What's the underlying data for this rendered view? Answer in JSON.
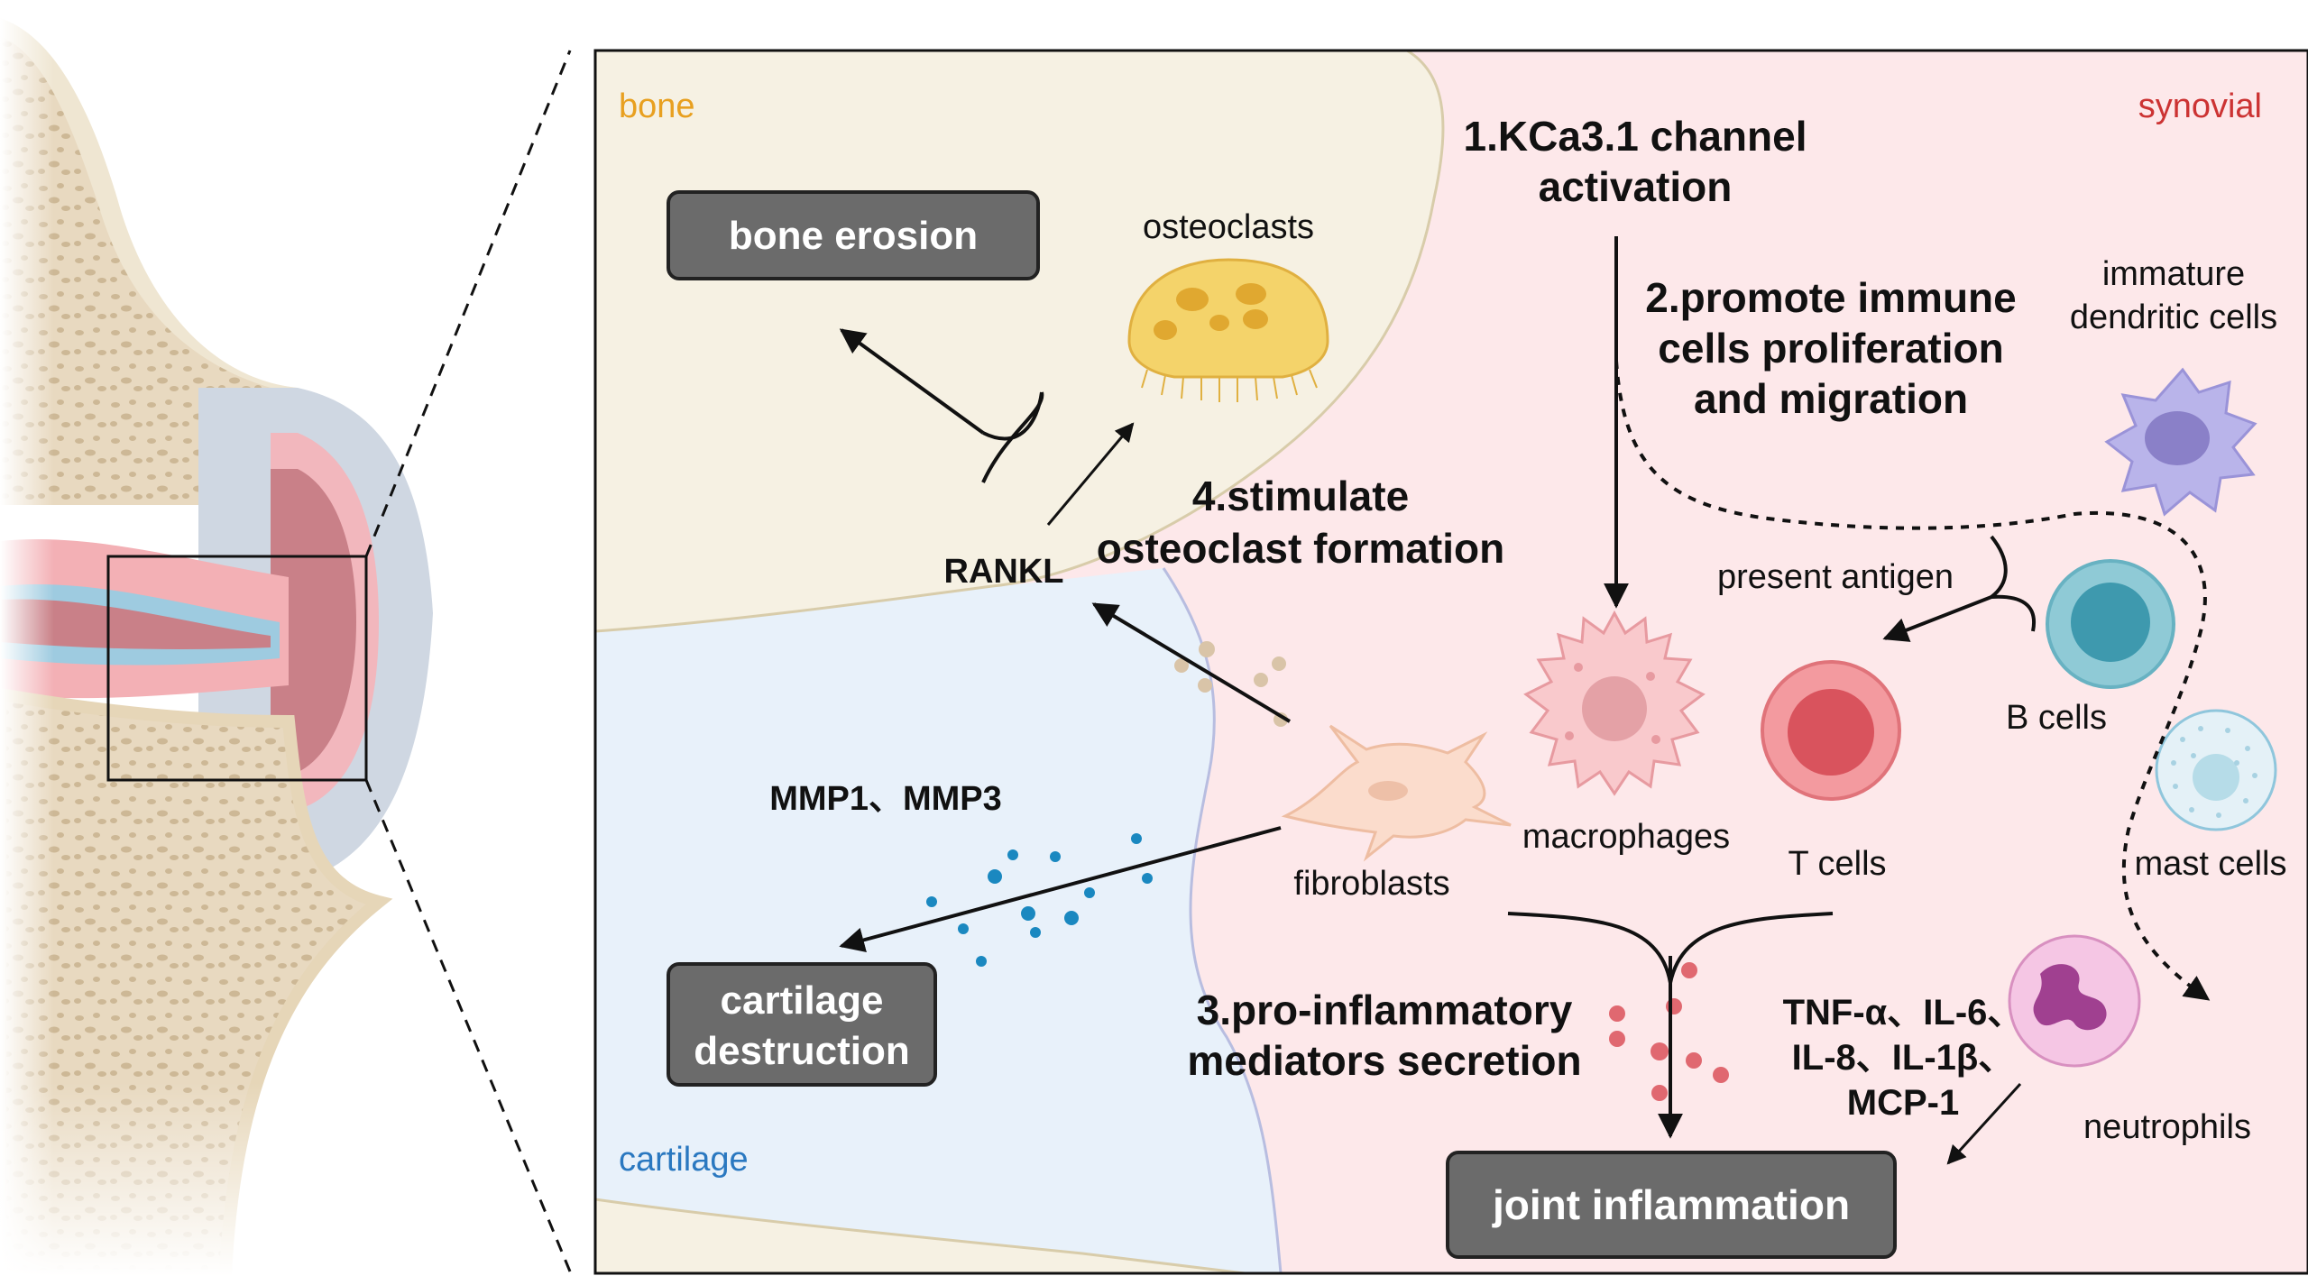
{
  "regions": {
    "bone": "bone",
    "synovial": "synovial",
    "cartilage": "cartilage"
  },
  "steps": {
    "step1": [
      "1.KCa3.1 channel",
      "activation"
    ],
    "step2": [
      "2.promote immune",
      "cells proliferation",
      "and migration"
    ],
    "step3": [
      "3.pro-inflammatory",
      "mediators secretion"
    ],
    "step4": [
      "4.stimulate",
      "osteoclast formation"
    ]
  },
  "outcomes": {
    "bone_erosion": [
      "bone erosion"
    ],
    "cartilage_destruction": [
      "cartilage",
      "destruction"
    ],
    "joint_inflammation": [
      "joint inflammation"
    ]
  },
  "cells": {
    "osteoclasts": [
      "osteoclasts"
    ],
    "immature_dc": [
      "immature",
      "dendritic cells"
    ],
    "macrophages": [
      "macrophages"
    ],
    "t_cells": [
      "T cells"
    ],
    "b_cells": [
      "B cells"
    ],
    "mast_cells": [
      "mast cells"
    ],
    "fibroblasts": [
      "fibroblasts"
    ],
    "neutrophils": [
      "neutrophils"
    ]
  },
  "mediators": {
    "rankl": [
      "RANKL"
    ],
    "mmp": [
      "MMP1、MMP3"
    ],
    "present_antigen": [
      "present antigen"
    ],
    "cytokines": [
      "TNF-α、IL-6、",
      "IL-8、IL-1β、",
      "MCP-1"
    ]
  },
  "colors": {
    "bone_region": "#f6f1e3",
    "synovial_region": "#fde8ea",
    "cartilage_region": "#e8f1fa",
    "bone_label": "#e8a020",
    "synovial_label": "#cc3333",
    "cartilage_label": "#2a78c0",
    "box_fill": "#6b6b6b"
  }
}
